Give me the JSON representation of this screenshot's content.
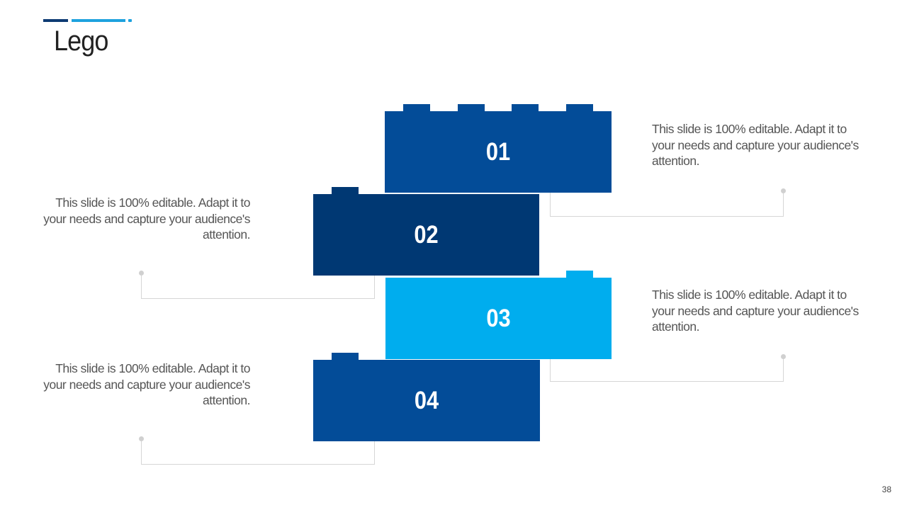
{
  "slide": {
    "title": "Lego",
    "page_number": "38"
  },
  "colors": {
    "brick_01": "#034c98",
    "brick_02": "#003873",
    "brick_03": "#00adee",
    "brick_04": "#034c98",
    "connector": "#d6d6d6"
  },
  "bricks": [
    {
      "number": "01",
      "description": "This slide is 100% editable. Adapt it to your needs and capture your audience's attention."
    },
    {
      "number": "02",
      "description": "This slide is 100% editable. Adapt it to your needs and capture your audience's attention."
    },
    {
      "number": "03",
      "description": "This slide is 100% editable. Adapt it to your needs and capture your audience's attention."
    },
    {
      "number": "04",
      "description": "This slide is 100% editable. Adapt it to your needs and capture your audience's attention."
    }
  ]
}
